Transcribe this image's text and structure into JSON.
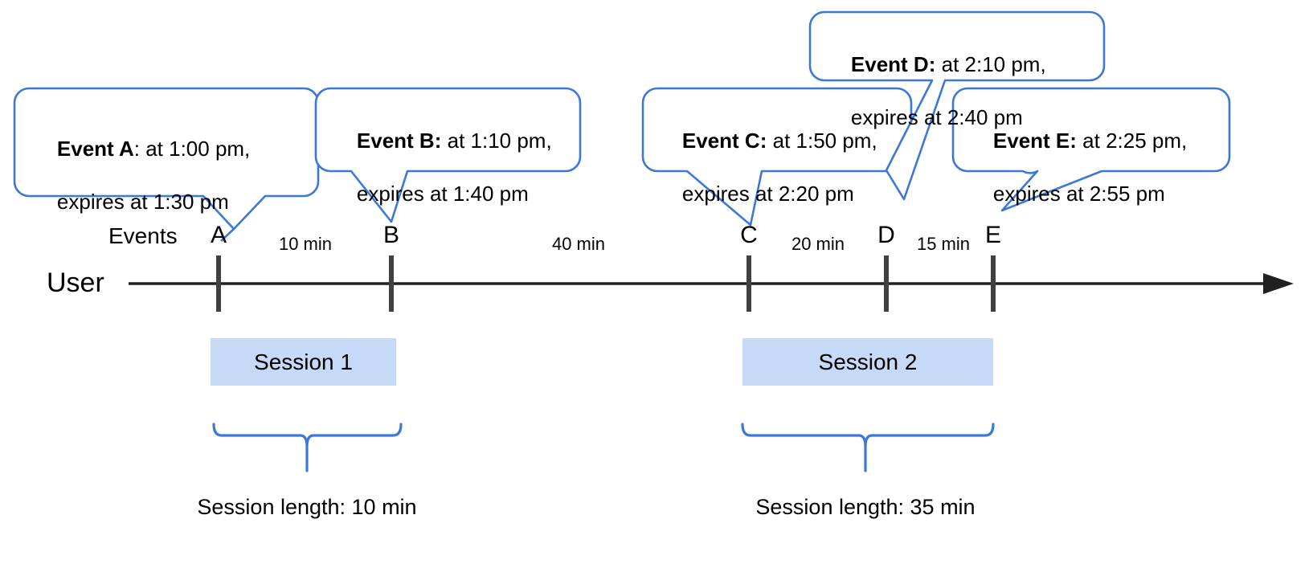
{
  "diagram": {
    "title": "Session timeline with expiring events",
    "accent_color": "#3c78d8",
    "session_fill": "#c6d9f6",
    "axis_color": "#404040",
    "lane_label": "User",
    "events_label": "Events"
  },
  "callouts": [
    {
      "id": "A",
      "lead": "Event A",
      "separator": ": ",
      "line1_rest": "at 1:00 pm,",
      "line2": "expires at 1:30 pm",
      "lead_bold_includes_colon": false
    },
    {
      "id": "B",
      "lead": "Event B:",
      "separator": " ",
      "line1_rest": "at 1:10 pm,",
      "line2": "expires at 1:40 pm",
      "lead_bold_includes_colon": true
    },
    {
      "id": "C",
      "lead": "Event C:",
      "separator": " ",
      "line1_rest": "at 1:50 pm,",
      "line2": "expires at 2:20 pm",
      "lead_bold_includes_colon": true
    },
    {
      "id": "D",
      "lead": "Event D:",
      "separator": " ",
      "line1_rest": "at 2:10 pm,",
      "line2": "expires at 2:40 pm",
      "lead_bold_includes_colon": true
    },
    {
      "id": "E",
      "lead": "Event E:",
      "separator": " ",
      "line1_rest": "at 2:25 pm,",
      "line2": "expires at 2:55 pm",
      "lead_bold_includes_colon": true
    }
  ],
  "timeline": {
    "ticks": [
      {
        "label": "A",
        "time": "1:00 pm"
      },
      {
        "label": "B",
        "time": "1:10 pm"
      },
      {
        "label": "C",
        "time": "1:50 pm"
      },
      {
        "label": "D",
        "time": "2:10 pm"
      },
      {
        "label": "E",
        "time": "2:25 pm"
      }
    ],
    "intervals": [
      {
        "from": "A",
        "to": "B",
        "label": "10 min"
      },
      {
        "from": "B",
        "to": "C",
        "label": "40 min"
      },
      {
        "from": "C",
        "to": "D",
        "label": "20 min"
      },
      {
        "from": "D",
        "to": "E",
        "label": "15 min"
      }
    ]
  },
  "sessions": [
    {
      "name": "Session 1",
      "brace_label": "Session length: 10 min"
    },
    {
      "name": "Session 2",
      "brace_label": "Session length: 35 min"
    }
  ]
}
